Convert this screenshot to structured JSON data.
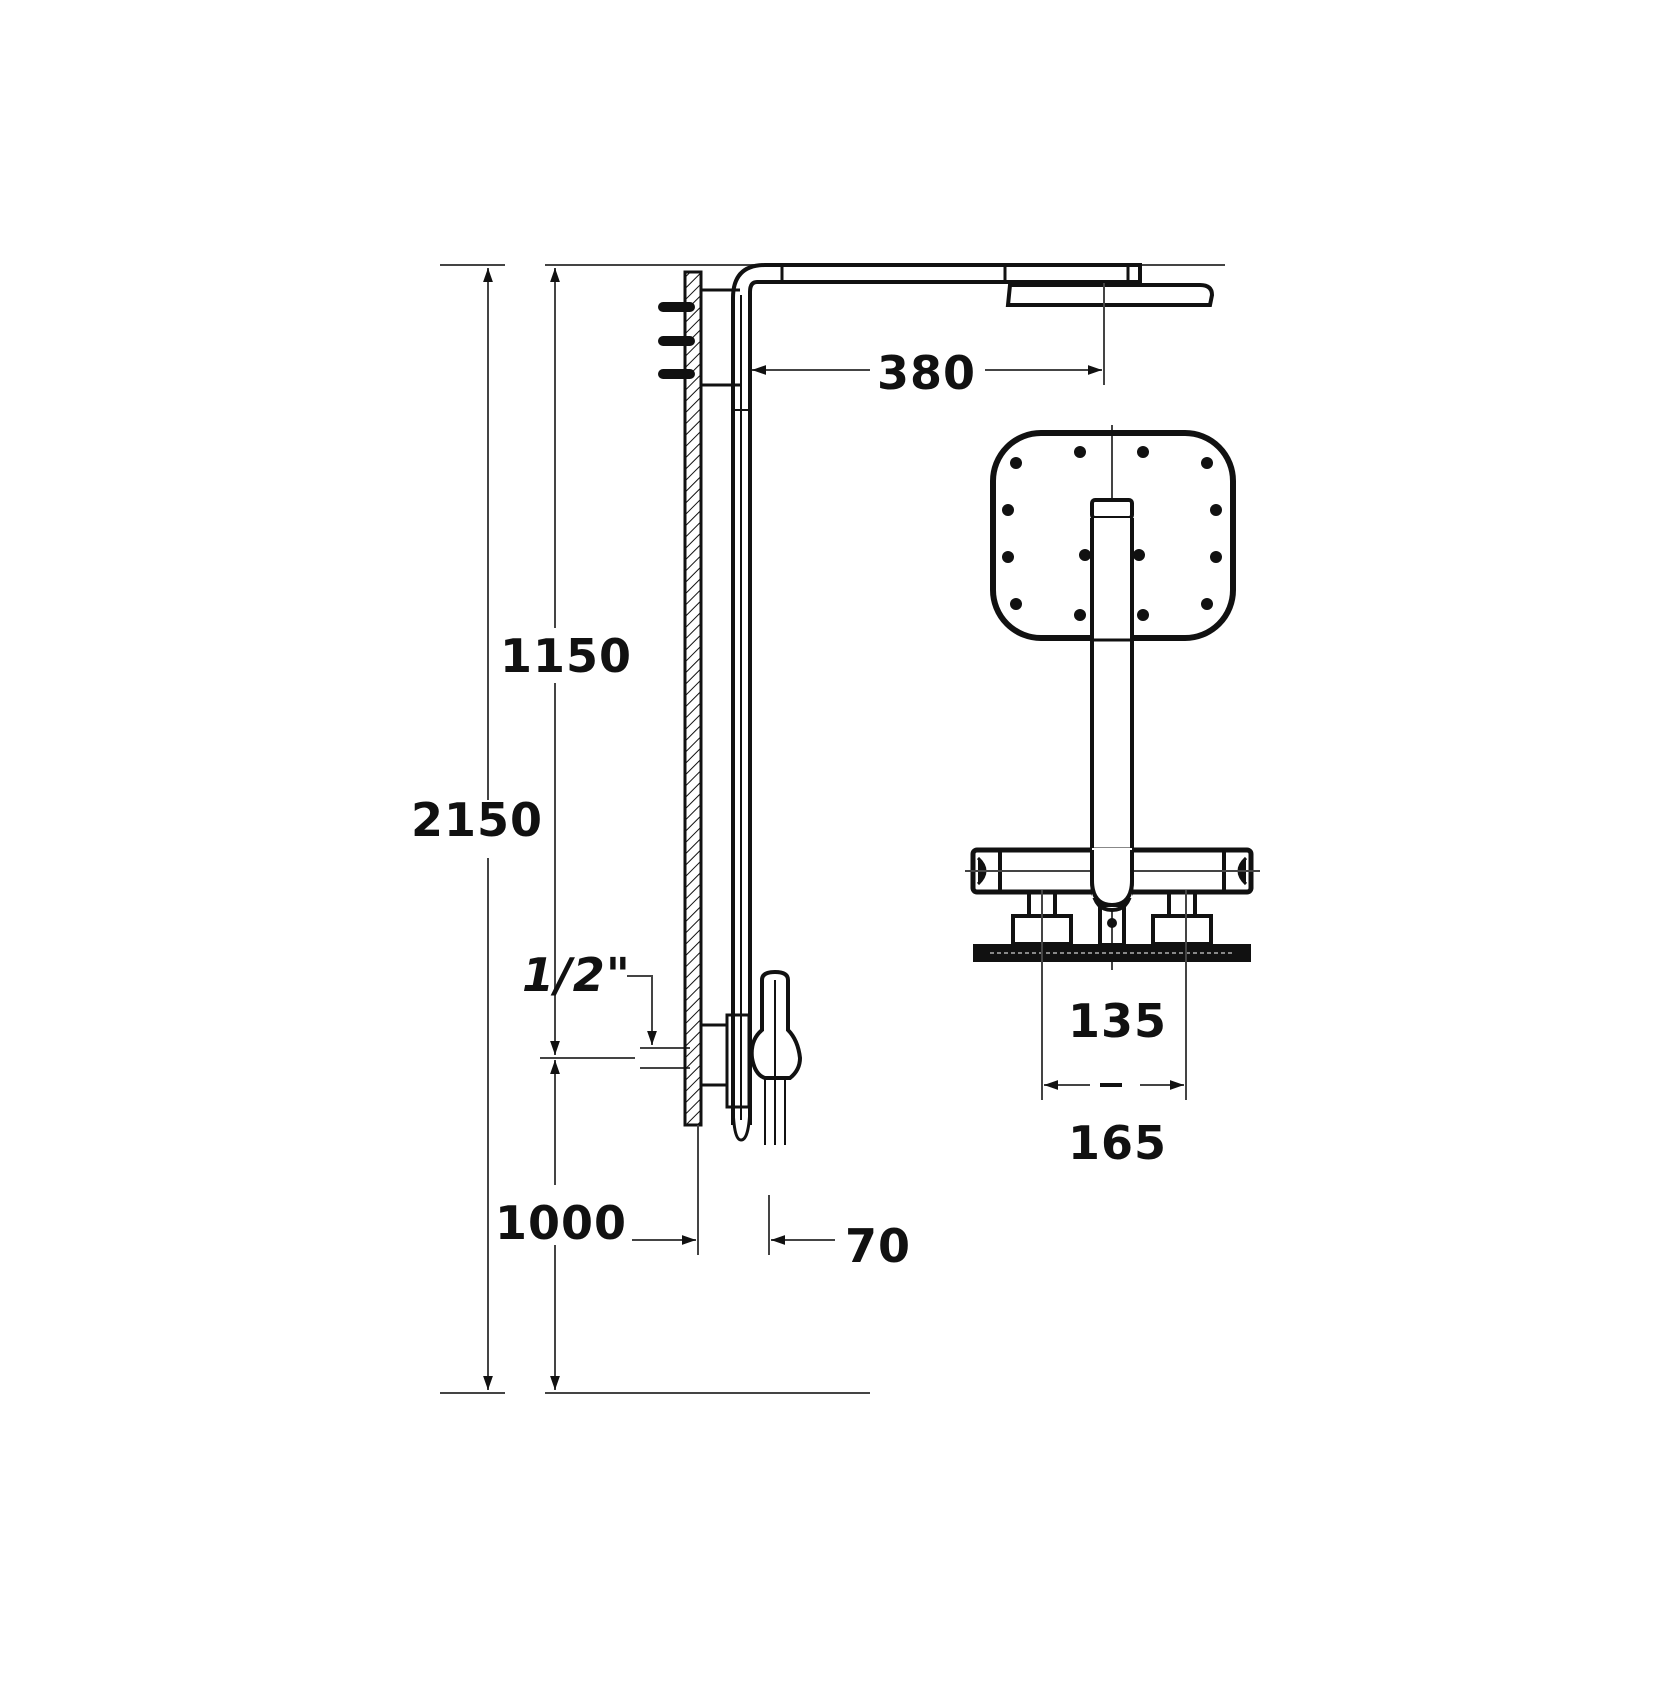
{
  "drawing": {
    "subject": "shower column with thermostatic mixer - technical dimension drawing",
    "views": [
      "side-view",
      "front-view"
    ],
    "colors": {
      "line": "#111111",
      "background": "#ffffff",
      "thin_line": "#444444"
    }
  },
  "dimensions": {
    "total_height": "2150",
    "column_height": "1150",
    "inlet_height": "1000",
    "arm_projection": "380",
    "wall_distance": "70",
    "thread_size": "1/2\"",
    "inlet_spacing_min": "135",
    "inlet_spacing_max": "165"
  }
}
